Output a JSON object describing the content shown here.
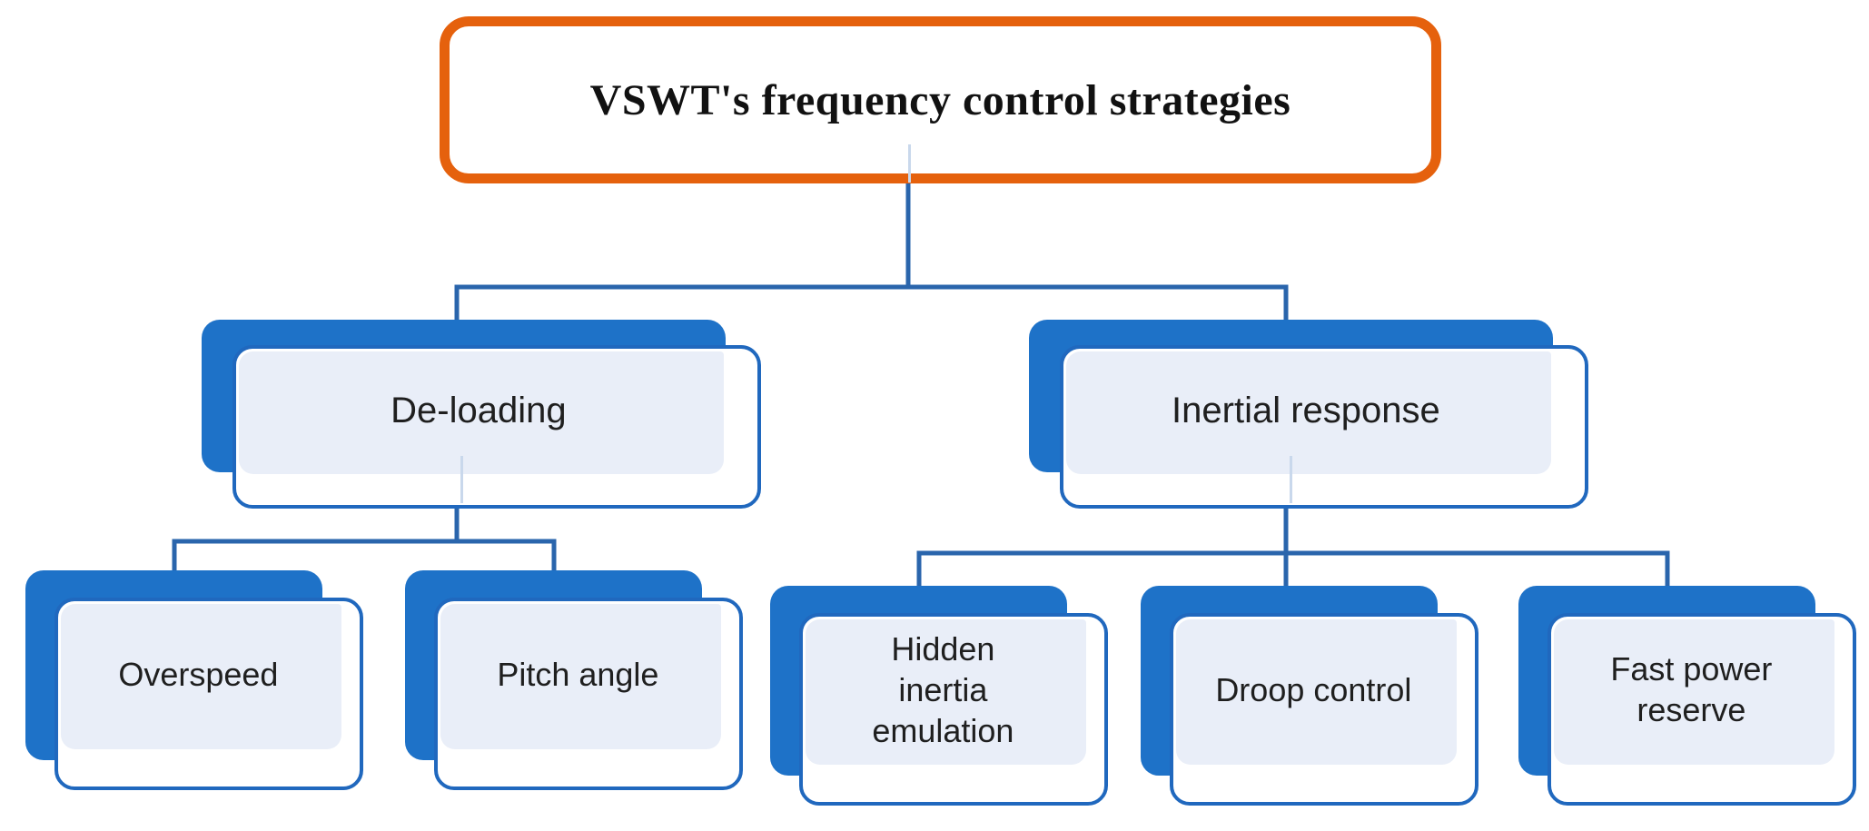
{
  "colors": {
    "title_border_orange": "#E5610D",
    "shape_blue": "#1E72C8",
    "shape_border_blue": "#2068BE",
    "panel_light_blue": "#E9EEF8",
    "connector_blue": "#2A65AC",
    "faint_line_blue": "#C9D8EC",
    "text_dark": "#1F1F1F"
  },
  "tree": {
    "root": {
      "label": "VSWT's frequency control strategies"
    },
    "branches": [
      {
        "label": "De-loading",
        "children": [
          {
            "label": "Overspeed"
          },
          {
            "label": "Pitch angle"
          }
        ]
      },
      {
        "label": "Inertial response",
        "children": [
          {
            "label": "Hidden\ninertia\nemulation"
          },
          {
            "label": "Droop control"
          },
          {
            "label": "Fast power\nreserve"
          }
        ]
      }
    ]
  }
}
